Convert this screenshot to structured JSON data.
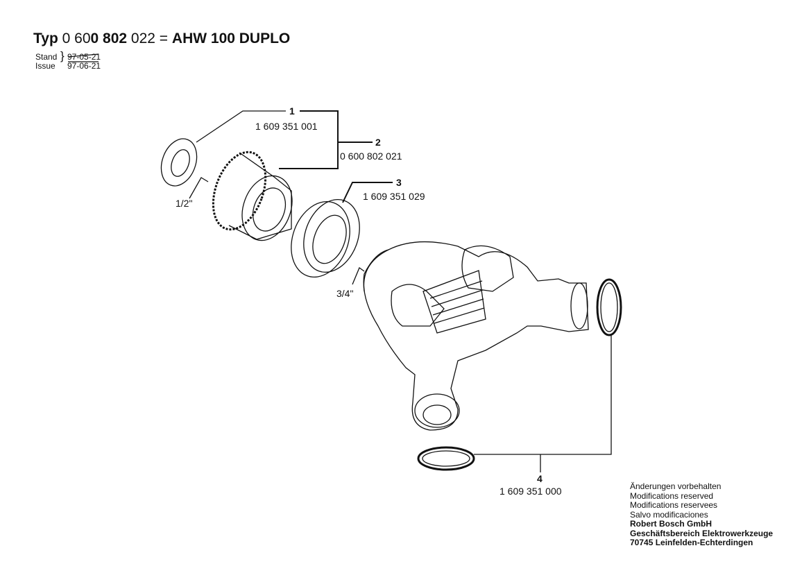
{
  "header": {
    "typ_label": "Typ",
    "number_a": "0 60",
    "number_b": "0 802",
    "number_c": "022",
    "equals": "=",
    "model": "AHW 100 DUPLO",
    "stand_label": "Stand",
    "issue_label": "Issue",
    "stand_date": "97-05-21",
    "issue_date": "97-06-21"
  },
  "parts": [
    {
      "pos": "1",
      "number": "1 609 351 001"
    },
    {
      "pos": "2",
      "number": "0 600 802 021"
    },
    {
      "pos": "3",
      "number": "1 609 351 029"
    },
    {
      "pos": "4",
      "number": "1 609 351 000"
    }
  ],
  "thread_labels": [
    "1/2\"",
    "3/4\""
  ],
  "footer": {
    "lines": [
      "Änderungen vorbehalten",
      "Modifications reserved",
      "Modifications reservees",
      "Salvo modificaciones"
    ],
    "bold_lines": [
      "Robert Bosch GmbH",
      "Geschäftsbereich Elektrowerkzeuge",
      "70745 Leinfelden-Echterdingen"
    ]
  }
}
